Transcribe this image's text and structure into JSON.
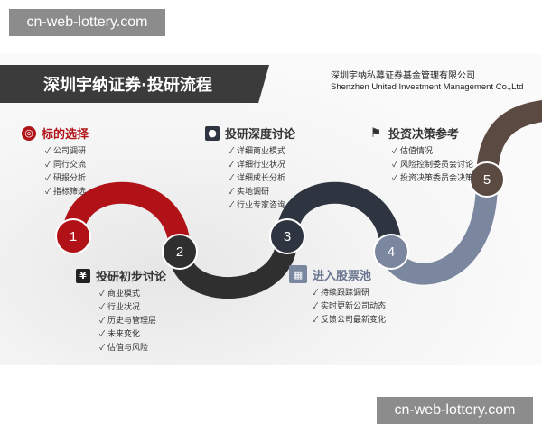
{
  "watermark": "cn-web-lottery.com",
  "title": "深圳宇纳证券·投研流程",
  "company": {
    "cn": "深圳宇纳私募证券基金管理有限公司",
    "en": "Shenzhen United Investment Management Co.,Ltd"
  },
  "steps": [
    {
      "num": "1",
      "color": "#b01217",
      "title": "标的选择",
      "icon": "target-icon",
      "items": [
        "公司调研",
        "同行交流",
        "研报分析",
        "指标筛选"
      ]
    },
    {
      "num": "2",
      "color": "#2f2f2f",
      "title": "投研初步讨论",
      "icon": "yen-document-icon",
      "items": [
        "商业模式",
        "行业状况",
        "历史与管理层",
        "未来变化",
        "估值与风险"
      ]
    },
    {
      "num": "3",
      "color": "#2e3540",
      "title": "投研深度讨论",
      "icon": "map-pin-icon",
      "items": [
        "详细商业模式",
        "详细行业状况",
        "详细成长分析",
        "实地调研",
        "行业专家咨询"
      ]
    },
    {
      "num": "4",
      "color": "#7b879f",
      "title": "进入股票池",
      "icon": "stock-pool-icon",
      "items": [
        "持续跟踪调研",
        "实时更新公司动态",
        "反馈公司最新变化"
      ]
    },
    {
      "num": "5",
      "color": "#5a4a42",
      "title": "投资决策参考",
      "icon": "flag-icon",
      "items": [
        "估值情况",
        "风险控制委员会讨论",
        "投资决策委员会决策"
      ]
    }
  ]
}
